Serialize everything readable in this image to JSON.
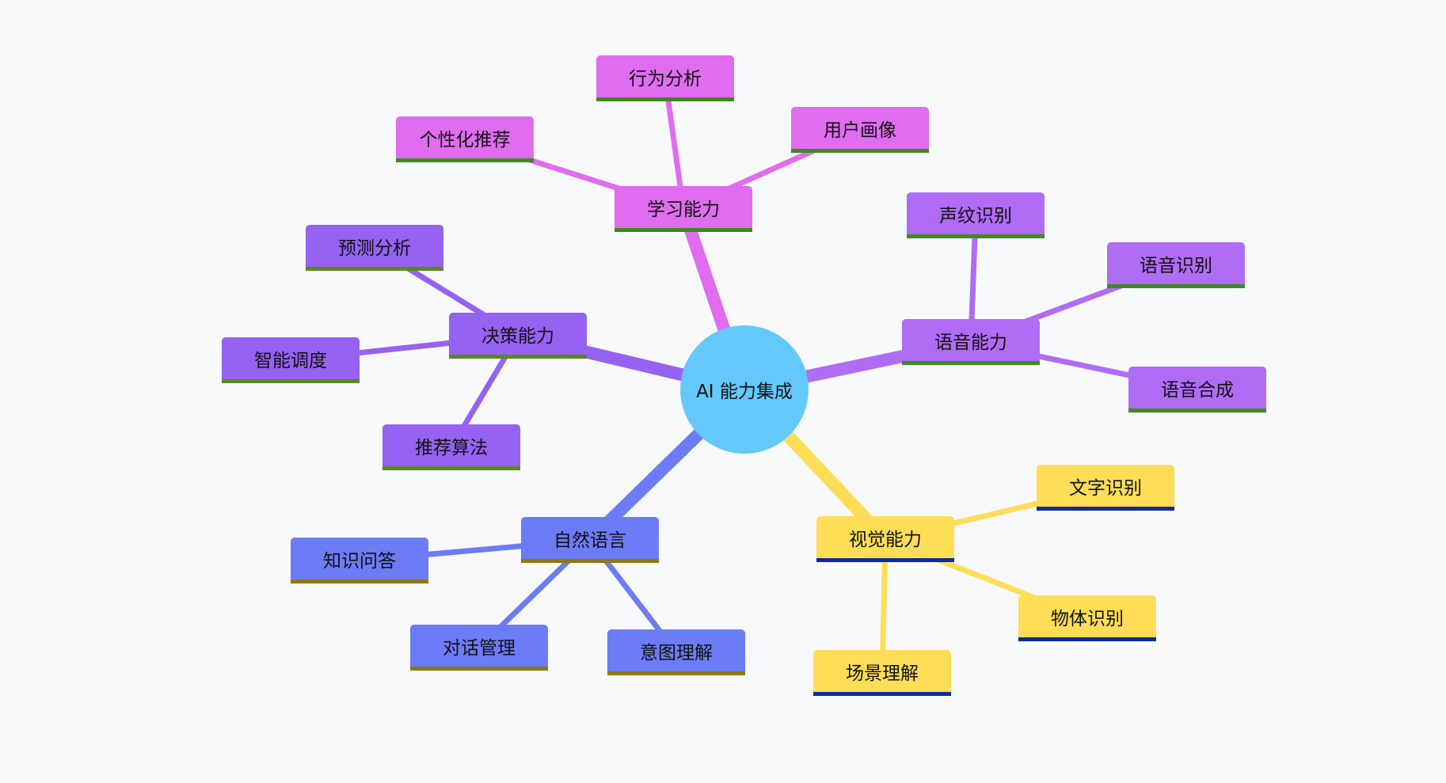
{
  "root": {
    "label": "AI 能力集成",
    "color": "#64c8fa"
  },
  "branches": [
    {
      "id": "learning",
      "label": "学习能力",
      "color": "#e06cf0",
      "underline": "#3c8a1e",
      "children": [
        "个性化推荐",
        "行为分析",
        "用户画像"
      ]
    },
    {
      "id": "speech",
      "label": "语音能力",
      "color": "#b06cf4",
      "underline": "#3c8a1e",
      "children": [
        "声纹识别",
        "语音识别",
        "语音合成"
      ]
    },
    {
      "id": "vision",
      "label": "视觉能力",
      "color": "#ffdd57",
      "underline": "#0d2a9e",
      "children": [
        "文字识别",
        "物体识别",
        "场景理解"
      ]
    },
    {
      "id": "nlp",
      "label": "自然语言",
      "color": "#6c7cf6",
      "underline": "#8b7a10",
      "children": [
        "知识问答",
        "对话管理",
        "意图理解"
      ]
    },
    {
      "id": "decision",
      "label": "决策能力",
      "color": "#9562f2",
      "underline": "#5a8a18",
      "children": [
        "预测分析",
        "智能调度",
        "推荐算法"
      ]
    }
  ]
}
